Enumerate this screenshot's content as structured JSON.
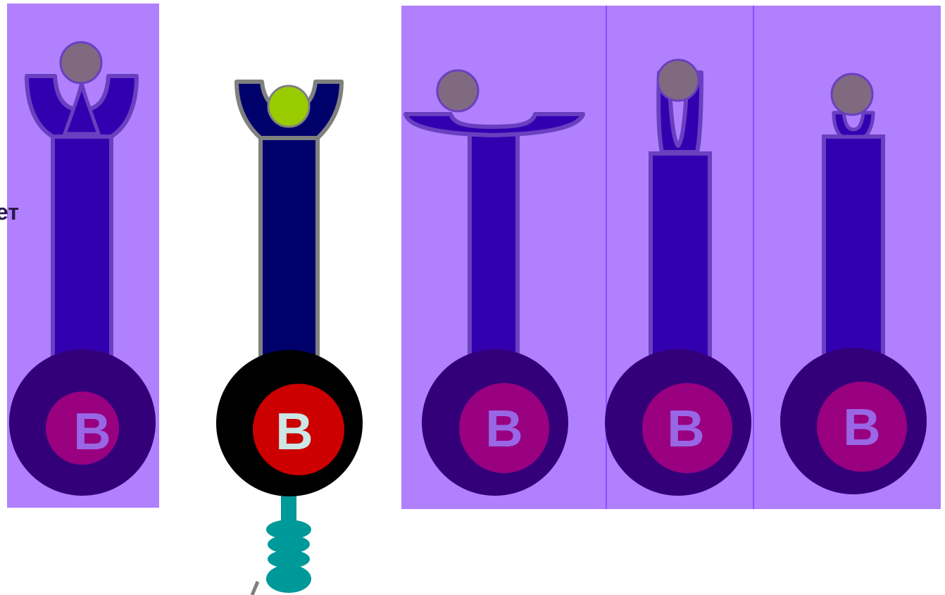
{
  "colors": {
    "panel": "#b080ff",
    "panel_divider": "#8a4dff",
    "stem_fill": "#3300b0",
    "stem_stroke": "#6a3fc0",
    "ball": "#806a80",
    "base_outer": "#33007a",
    "base_inner": "#990080",
    "badge_letter_panel": "#9966e6",
    "highlight_stem": "#00006b",
    "highlight_stroke": "#808080",
    "highlight_ball": "#99cc00",
    "highlight_base_outer": "#000000",
    "highlight_base_inner": "#cc0000",
    "highlight_letter": "#cce6e6",
    "tail": "#009999",
    "side_label": "#2a1a4a"
  },
  "side_label": "ет",
  "highlighted": {
    "name": "b-cell-receptor-highlighted",
    "badge": "B",
    "head": "cup"
  },
  "variants": [
    {
      "name": "b-cell-variant-1",
      "badge": "B",
      "head": "w-shape"
    },
    {
      "name": "b-cell-variant-2",
      "badge": "B",
      "head": "flat-dish"
    },
    {
      "name": "b-cell-variant-3",
      "badge": "B",
      "head": "narrow-v"
    },
    {
      "name": "b-cell-variant-4",
      "badge": "B",
      "head": "small-cup"
    }
  ]
}
